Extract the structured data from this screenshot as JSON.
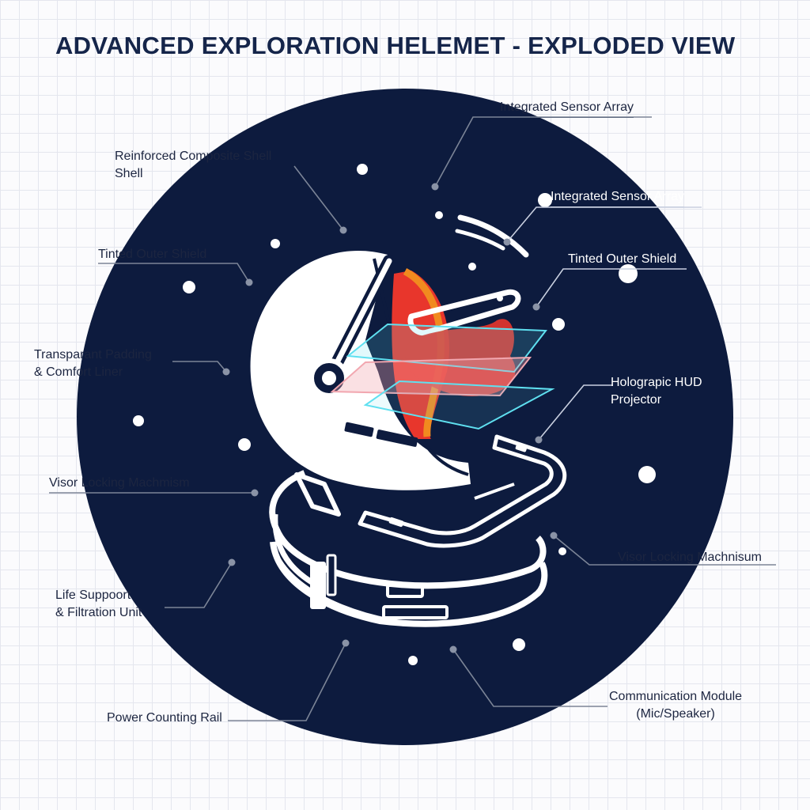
{
  "title": "ADVANCED EXPLORATION HELEMET - EXPLODED VIEW",
  "colors": {
    "background": "#fbfbfd",
    "grid": "#e4e6ee",
    "disc": "#0d1b3e",
    "title": "#15254a",
    "accent_red": "#e8362c",
    "accent_orange": "#f18a1f",
    "hud_cyan": "#5fe0f0",
    "hud_pink": "#f2a7b0"
  },
  "labels": {
    "reinforced_shell": [
      "Reinforced Composite Shell",
      "Shell"
    ],
    "sensor_array_top": [
      "Integrated Sensor Array"
    ],
    "sensor_array_inner": [
      "Integrated Sensor Array"
    ],
    "tinted_shield_left": [
      "Tinted Outer Shield"
    ],
    "tinted_shield_right": [
      "Tinted Outer Shield"
    ],
    "padding_liner": [
      "Transparant Padding",
      "& Comfort Liner"
    ],
    "hud_projector": [
      "Holograpic HUD",
      "Projector"
    ],
    "visor_lock_left": [
      "Visor Locking Machmism"
    ],
    "visor_lock_right": [
      "Visor Locking Machnisum"
    ],
    "life_support": [
      "Life Suppoort",
      "& Filtration Unit"
    ],
    "power_rail": [
      "Power Counting Rail"
    ],
    "comm_module": [
      "Communication Module",
      "(Mic/Speaker)"
    ]
  }
}
